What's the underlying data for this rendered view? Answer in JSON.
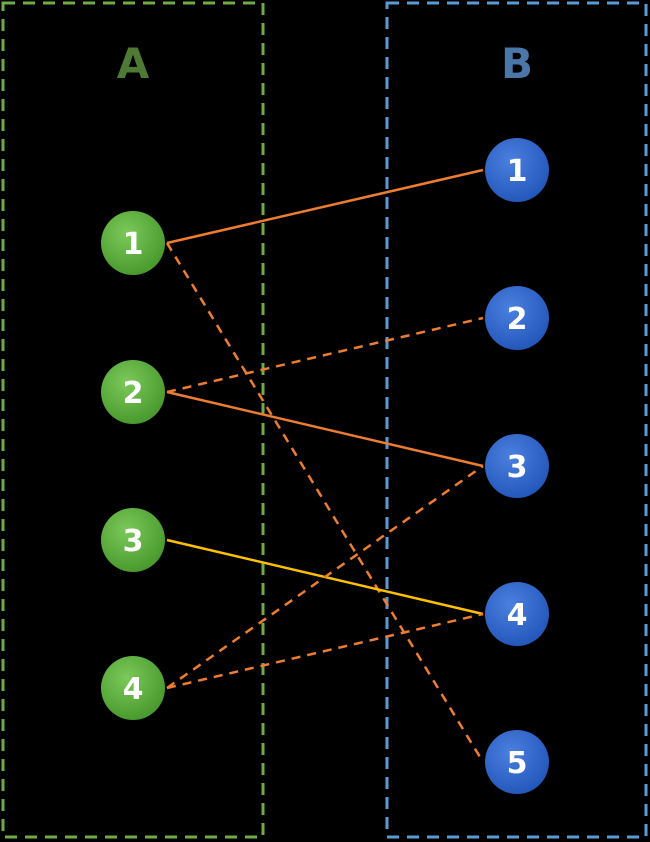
{
  "set_a": {
    "title": "A",
    "title_color": "#4e7a33",
    "border_color": "#6fac46",
    "node_color": "#5aa53a",
    "nodes": [
      "1",
      "2",
      "3",
      "4"
    ]
  },
  "set_b": {
    "title": "B",
    "title_color": "#4a76a8",
    "border_color": "#5b9bd5",
    "node_color": "#2f64c8",
    "nodes": [
      "1",
      "2",
      "3",
      "4",
      "5"
    ]
  },
  "edges": [
    {
      "from": "1",
      "to": "1",
      "style": "solid",
      "color": "#ed7d31"
    },
    {
      "from": "1",
      "to": "5",
      "style": "dashed",
      "color": "#ed7d31"
    },
    {
      "from": "2",
      "to": "2",
      "style": "dashed",
      "color": "#ed7d31"
    },
    {
      "from": "2",
      "to": "3",
      "style": "solid",
      "color": "#ed7d31"
    },
    {
      "from": "3",
      "to": "4",
      "style": "solid",
      "color": "#ffc000"
    },
    {
      "from": "4",
      "to": "3",
      "style": "dashed",
      "color": "#ed7d31"
    },
    {
      "from": "4",
      "to": "4",
      "style": "dashed",
      "color": "#ed7d31"
    }
  ]
}
